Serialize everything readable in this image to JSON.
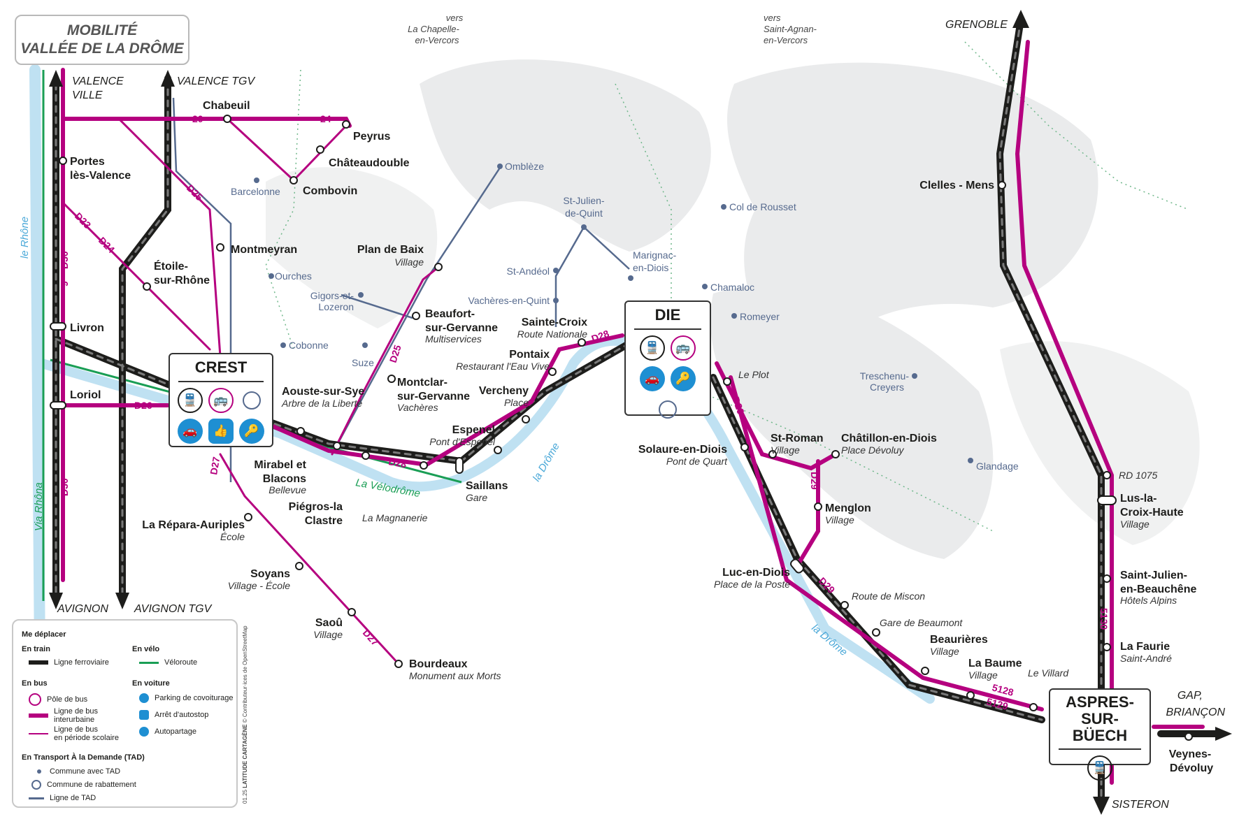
{
  "title": {
    "line1": "MOBILITÉ",
    "line2": "VALLÉE DE LA DRÔME"
  },
  "colors": {
    "bus": "#b5007f",
    "train": "#1d1d1b",
    "velo": "#1a9e55",
    "river": "#4aa8d8",
    "tad": "#566a8e",
    "blue_icon": "#1e8fd2"
  },
  "directions": {
    "valence_ville": [
      "VALENCE",
      "VILLE"
    ],
    "valence_tgv": "VALENCE TGV",
    "avignon": "AVIGNON",
    "avignon_tgv": "AVIGNON TGV",
    "grenoble": "GRENOBLE",
    "sisteron": "SISTERON",
    "gap": [
      "GAP,",
      "BRIANÇON"
    ],
    "vers_chapelle": [
      "vers",
      "La Chapelle-",
      "en-Vercors"
    ],
    "vers_agnan": [
      "vers",
      "Saint-Agnan-",
      "en-Vercors"
    ]
  },
  "hubs": {
    "crest": {
      "name": "CREST"
    },
    "die": {
      "name": "DIE"
    },
    "aspres": {
      "name": [
        "ASPRES-",
        "SUR-BÜECH"
      ]
    }
  },
  "stops": {
    "chabeuil": "Chabeuil",
    "peyrus": "Peyrus",
    "chateaudouble": "Châteaudouble",
    "combovin": "Combovin",
    "portes": [
      "Portes",
      "lès-Valence"
    ],
    "montmeyran": "Montmeyran",
    "etoile": [
      "Étoile-",
      "sur-Rhône"
    ],
    "livron": "Livron",
    "loriol": "Loriol",
    "plan_de_baix": {
      "name": "Plan de Baix",
      "sub": "Village"
    },
    "beaufort": {
      "name": [
        "Beaufort-",
        "sur-Gervanne"
      ],
      "sub": "Multiservices"
    },
    "montclar": {
      "name": [
        "Montclar-",
        "sur-Gervanne"
      ],
      "sub": "Vachères"
    },
    "sainte_croix": {
      "name": "Sainte-Croix",
      "sub": "Route Nationale"
    },
    "pontaix": {
      "name": "Pontaix",
      "sub": "Restaurant l'Eau Vive"
    },
    "vercheny": {
      "name": "Vercheny",
      "sub": "Place"
    },
    "espenel": {
      "name": "Espenel",
      "sub": "Pont d'Espenel"
    },
    "saillans": {
      "name": "Saillans",
      "sub": "Gare"
    },
    "aouste": {
      "name": "Aouste-sur-Sye",
      "sub": "Arbre de la Liberté"
    },
    "mirabel": {
      "name": [
        "Mirabel et",
        "Blacons"
      ],
      "sub": "Bellevue"
    },
    "piegros": {
      "name": [
        "Piégros-la",
        "Clastre"
      ]
    },
    "magnanerie": "La Magnanerie",
    "repara": {
      "name": "La Répara-Auriples",
      "sub": "École"
    },
    "soyans": {
      "name": "Soyans",
      "sub": "Village - École"
    },
    "saou": {
      "name": "Saoû",
      "sub": "Village"
    },
    "bourdeaux": {
      "name": "Bourdeaux",
      "sub": "Monument aux Morts"
    },
    "le_plot": "Le Plot",
    "solaure": {
      "name": "Solaure-en-Diois",
      "sub": "Pont de Quart"
    },
    "st_roman": {
      "name": "St-Roman",
      "sub": "Village"
    },
    "chatillon": {
      "name": "Châtillon-en-Diois",
      "sub": "Place Dévoluy"
    },
    "menglon": {
      "name": "Menglon",
      "sub": "Village"
    },
    "luc": {
      "name": "Luc-en-Diois",
      "sub": "Place de la Poste"
    },
    "route_miscon": "Route de Miscon",
    "gare_beaumont": "Gare de Beaumont",
    "beaurieres": {
      "name": "Beaurières",
      "sub": "Village"
    },
    "la_baume": {
      "name": "La Baume",
      "sub": "Village"
    },
    "le_villard": "Le Villard",
    "clelles": "Clelles - Mens",
    "rd1075": "RD 1075",
    "lus": {
      "name": [
        "Lus-la-",
        "Croix-Haute"
      ],
      "sub": "Village"
    },
    "st_julien_b": {
      "name": [
        "Saint-Julien-",
        "en-Beauchêne"
      ],
      "sub": "Hôtels Alpins"
    },
    "la_faurie": {
      "name": "La Faurie",
      "sub": "Saint-André"
    },
    "veynes": [
      "Veynes-",
      "Dévoluy"
    ]
  },
  "tad_communes": {
    "barcelonne": "Barcelonne",
    "ourches": "Ourches",
    "gigors": [
      "Gigors-et-",
      "Lozeron"
    ],
    "cobonne": "Cobonne",
    "suze": "Suze",
    "omblèze": "Omblèze",
    "st_julien_quint": [
      "St-Julien-",
      "de-Quint"
    ],
    "st_andeol": "St-Andéol",
    "vacheres": "Vachères-en-Quint",
    "marignac": [
      "Marignac-",
      "en-Diois"
    ],
    "col_rousset": "Col de Rousset",
    "chamaloc": "Chamaloc",
    "romeyer": "Romeyer",
    "treschenu": [
      "Treschenu-",
      "Creyers"
    ],
    "glandage": "Glandage"
  },
  "roads": {
    "d20": "20",
    "d24": "24",
    "d25a": "D25",
    "d23": "D23",
    "d24b": "D24",
    "d30a": "D30",
    "d9": "9",
    "d26": "D26",
    "d30b": "D30",
    "d25b": "D25",
    "d28a": "D28",
    "d28b": "D28",
    "d27a": "D27",
    "d27b": "D27",
    "d29a": "D29",
    "d29b": "D29",
    "d29c": "D29",
    "r5128": "5128",
    "r5129": "5129",
    "r5130": "5130"
  },
  "labels": {
    "rhone": "le Rhône",
    "via_rhona": "Via Rhôna",
    "drome1": "la Drôme",
    "drome2": "la Drôme",
    "velodrome": "La Vélodrôme"
  },
  "legend": {
    "title": "Me déplacer",
    "train": {
      "title": "En train",
      "rail": "Ligne ferroviaire"
    },
    "velo": {
      "title": "En vélo",
      "veloroute": "Véloroute"
    },
    "bus": {
      "title": "En bus",
      "pole": "Pôle de bus",
      "interurbaine": [
        "Ligne de bus",
        "interurbaine"
      ],
      "scolaire": [
        "Ligne de bus",
        "en période scolaire"
      ]
    },
    "voiture": {
      "title": "En voiture",
      "parking": "Parking de covoiturage",
      "autostop": "Arrêt d'autostop",
      "autopartage": "Autopartage"
    },
    "tad": {
      "title": "En Transport À la Demande (TAD)",
      "commune": "Commune avec TAD",
      "rabattement": "Commune de rabattement",
      "ligne": "Ligne de TAD"
    }
  },
  "credit": {
    "brand": [
      "LATITUDE",
      "CARTAGÈNE"
    ],
    "osm": "© Contributeur·ices de OpenStreetMap",
    "date": "01.25"
  }
}
